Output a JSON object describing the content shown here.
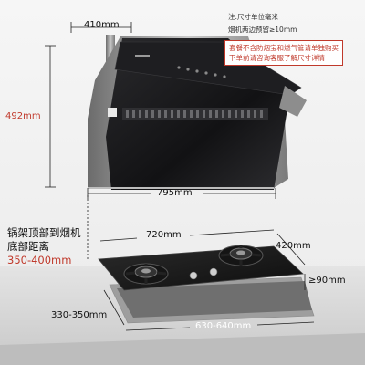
{
  "notes": {
    "unit": "注:尺寸单位毫米",
    "gap": "烟机两边预留≥10mm",
    "warning_line1": "套餐不含防烟宝和燃气管请单独购买",
    "warning_line2": "下单前请咨询客服了解尺寸详情"
  },
  "hood": {
    "width_top": "410mm",
    "height": "492mm",
    "width_bottom": "795mm"
  },
  "stove": {
    "width": "720mm",
    "depth": "420mm",
    "thickness": "≥90mm",
    "cutout_depth": "330-350mm",
    "cutout_width": "630-640mm"
  },
  "distance": {
    "line1": "锅架顶部到烟机",
    "line2": "底部距离",
    "value": "350-400mm"
  },
  "colors": {
    "accent": "#c0392b",
    "hood_glass": "#1b1b1d",
    "steel": "#9a9a9a",
    "wall": "#f1f1f1",
    "counter": "#d9d9d9"
  }
}
